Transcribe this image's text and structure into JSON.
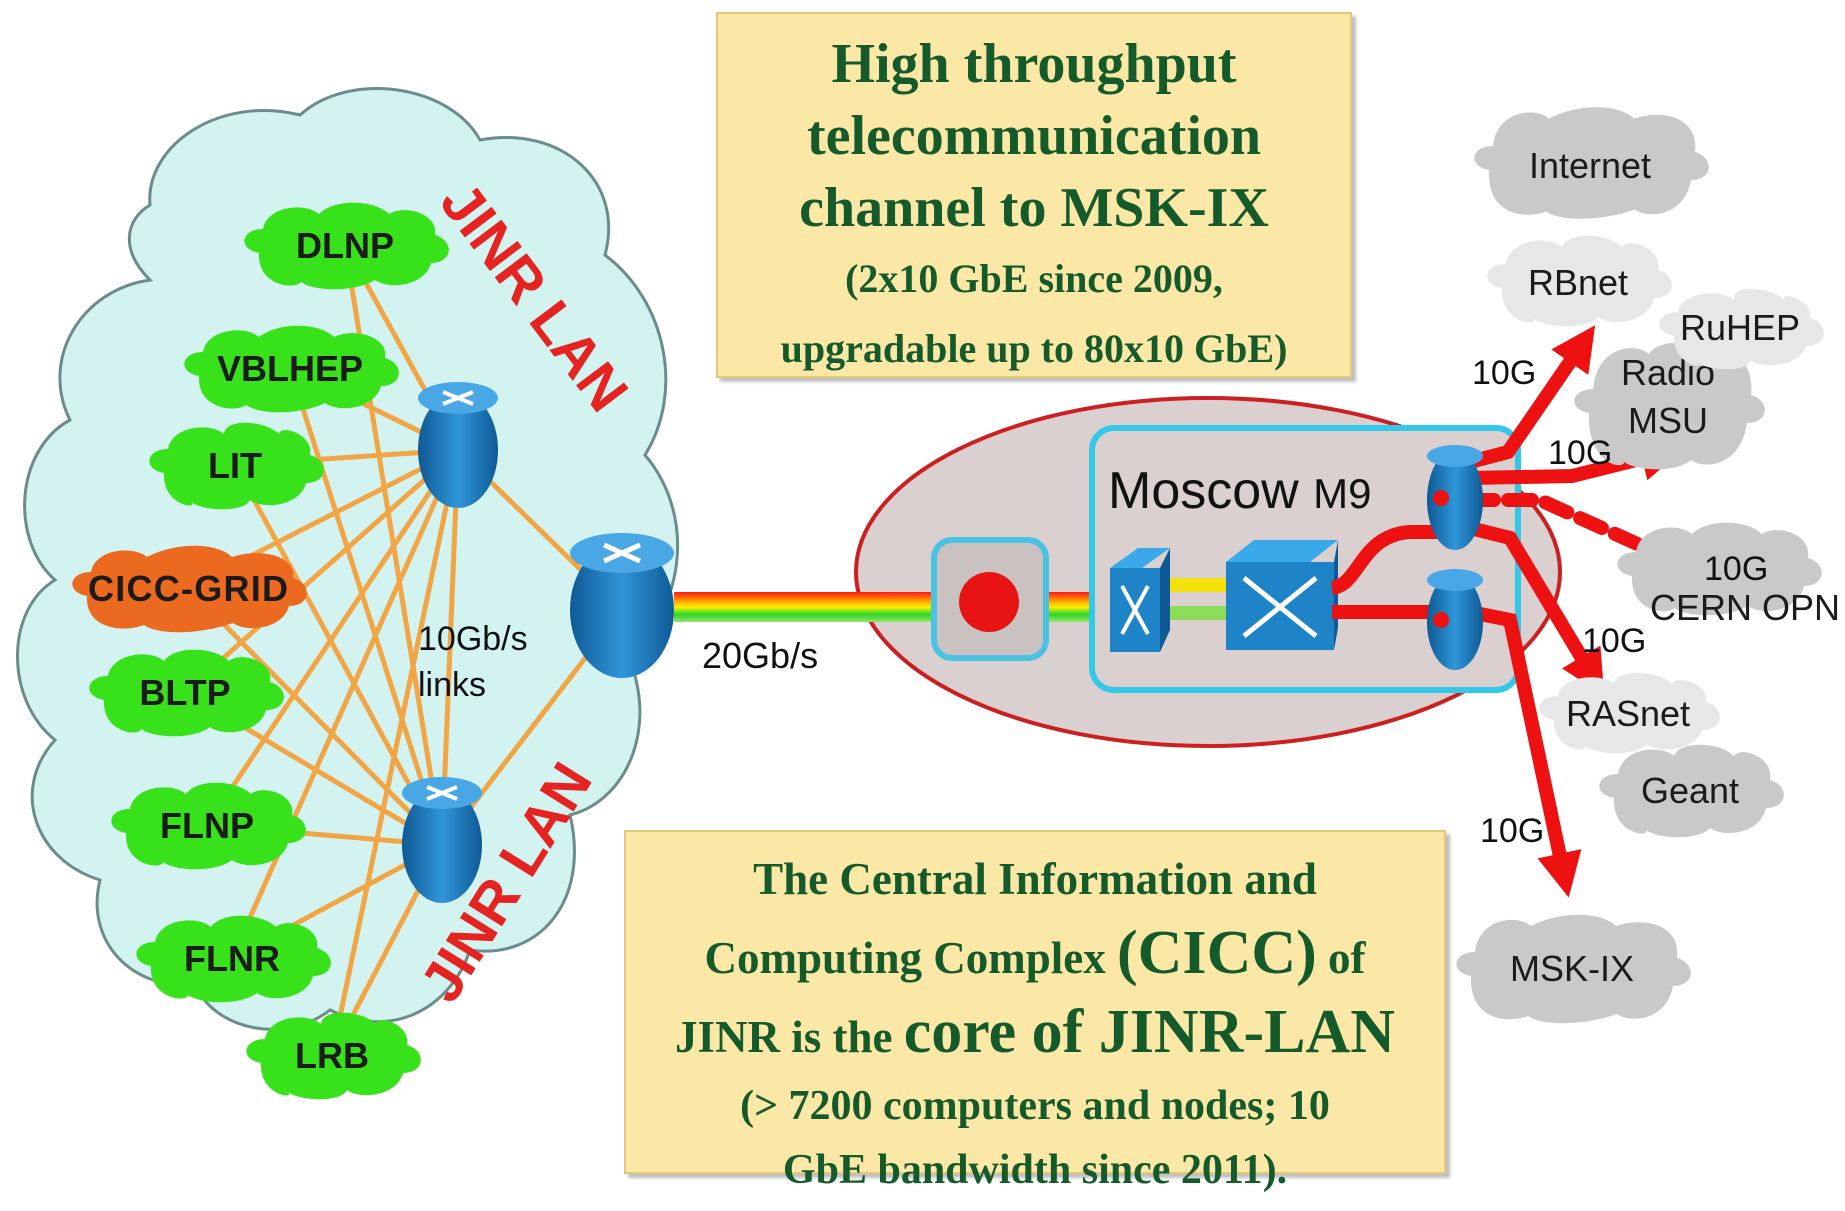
{
  "title_box": {
    "line1": "High throughput",
    "line2": "telecommunication",
    "line3": "channel to MSK-IX",
    "line4": "(2x10 GbE since 2009,",
    "line5": "upgradable up to 80x10 GbE)"
  },
  "info_box": {
    "p1": "The Central Information and",
    "p2a": "Computing Complex ",
    "p2b": "(CICC)",
    "p2c": " of",
    "p3a": "JINR is the ",
    "p3b": "core of JINR-LAN",
    "p4": "(> 7200 computers and nodes; 10",
    "p5": "GbE bandwidth since 2011)."
  },
  "jinr_lan_label": "JINR LAN",
  "lab_nodes": [
    "DLNP",
    "VBLHEP",
    "LIT",
    "CICC-GRID",
    "BLTP",
    "FLNP",
    "FLNR",
    "LRB"
  ],
  "internal_links_label_1": "10Gb/s",
  "internal_links_label_2": "links",
  "uplink_label": "20Gb/s",
  "moscow_label": "Moscow ",
  "moscow_label_suffix": "M9",
  "external_clouds": {
    "internet": "Internet",
    "rbnet": "RBnet",
    "ruhep": "RuHEP",
    "radio_msu_1": "Radio",
    "radio_msu_2": "MSU",
    "cern_opn": "CERN OPN",
    "rasnet": "RASnet",
    "geant": "Geant",
    "msk_ix": "MSK-IX"
  },
  "link_speeds": {
    "rbnet": "10G",
    "radio_msu": "10G",
    "cern_opn": "10G",
    "rasnet": "10G",
    "msk_ix": "10G"
  },
  "colors": {
    "lan_cloud": "#d3f3f1",
    "lab_node": "#37e21a",
    "cicc_node": "#ec6a1f",
    "lan_links": "#f2a545",
    "jinr_label": "#e52421",
    "router": "#1f7fc4",
    "external_link": "#ee1111",
    "external_cloud": "#c9c9c9",
    "info_box": "#fbe7a6",
    "info_text": "#155a2a"
  },
  "icons": [
    "router-icon",
    "switch-icon",
    "cloud-icon"
  ]
}
